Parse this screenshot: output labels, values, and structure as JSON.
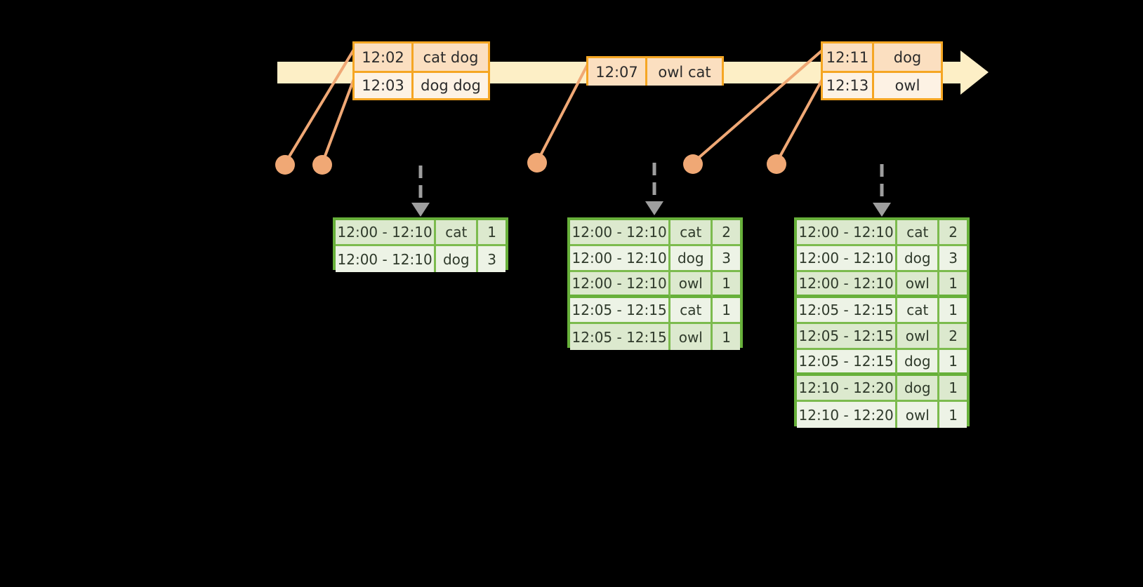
{
  "theme": {
    "background": "#000000",
    "timeline_bar": "#FDEFC6",
    "event_border": "#F5A623",
    "event_fill_shade": "#FBDFC0",
    "event_fill_plain": "#FDF2E4",
    "connector": "#F0A875",
    "dot": "#F0A875",
    "table_border": "#67B03A",
    "table_grid": "#7CBB4E",
    "table_fill_alt": "#DCE9CE",
    "table_fill_norm": "#EDF3E6",
    "arrow_gray": "#9E9E9E"
  },
  "timeline": {
    "label": "event-stream-timeline",
    "event_groups": [
      {
        "id": "group-1",
        "rows": [
          {
            "time": "12:02",
            "words": "cat dog"
          },
          {
            "time": "12:03",
            "words": "dog dog"
          }
        ]
      },
      {
        "id": "group-2",
        "rows": [
          {
            "time": "12:07",
            "words": "owl cat"
          }
        ]
      },
      {
        "id": "group-3",
        "rows": [
          {
            "time": "12:11",
            "words": "dog"
          },
          {
            "time": "12:13",
            "words": "owl"
          }
        ]
      }
    ]
  },
  "results": [
    {
      "id": "result-table-1",
      "rows": [
        {
          "window": "12:00 - 12:10",
          "word": "cat",
          "count": "1"
        },
        {
          "window": "12:00 - 12:10",
          "word": "dog",
          "count": "3"
        }
      ]
    },
    {
      "id": "result-table-2",
      "rows": [
        {
          "window": "12:00 - 12:10",
          "word": "cat",
          "count": "2"
        },
        {
          "window": "12:00 - 12:10",
          "word": "dog",
          "count": "3"
        },
        {
          "window": "12:00 - 12:10",
          "word": "owl",
          "count": "1"
        },
        {
          "window": "12:05 - 12:15",
          "word": "cat",
          "count": "1"
        },
        {
          "window": "12:05 - 12:15",
          "word": "owl",
          "count": "1"
        }
      ]
    },
    {
      "id": "result-table-3",
      "rows": [
        {
          "window": "12:00 - 12:10",
          "word": "cat",
          "count": "2"
        },
        {
          "window": "12:00 - 12:10",
          "word": "dog",
          "count": "3"
        },
        {
          "window": "12:00 - 12:10",
          "word": "owl",
          "count": "1"
        },
        {
          "window": "12:05 - 12:15",
          "word": "cat",
          "count": "1"
        },
        {
          "window": "12:05 - 12:15",
          "word": "owl",
          "count": "2"
        },
        {
          "window": "12:05 - 12:15",
          "word": "dog",
          "count": "1"
        },
        {
          "window": "12:10 - 12:20",
          "word": "dog",
          "count": "1"
        },
        {
          "window": "12:10 - 12:20",
          "word": "owl",
          "count": "1"
        }
      ]
    }
  ]
}
